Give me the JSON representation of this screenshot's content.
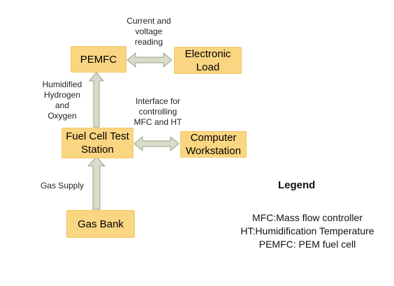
{
  "colors": {
    "box_fill": "#fad582",
    "box_border": "#f0c866",
    "arrow_fill": "#d8dcc8",
    "arrow_stroke": "#9aa28c"
  },
  "nodes": {
    "pemfc": "PEMFC",
    "electronic_load": "Electronic\nLoad",
    "fuel_cell_test_station": "Fuel Cell Test\nStation",
    "computer_workstation": "Computer\nWorkstation",
    "gas_bank": "Gas Bank"
  },
  "annotations": {
    "current_voltage": "Current and\nvoltage\nreading",
    "humidified": "Humidified\nHydrogen\nand\nOxygen",
    "interface": "Interface for\ncontrolling\nMFC and HT",
    "gas_supply": "Gas Supply"
  },
  "legend": {
    "title": "Legend",
    "items": [
      "MFC:Mass flow controller",
      "HT:Humidification Temperature",
      "PEMFC: PEM fuel cell"
    ]
  }
}
